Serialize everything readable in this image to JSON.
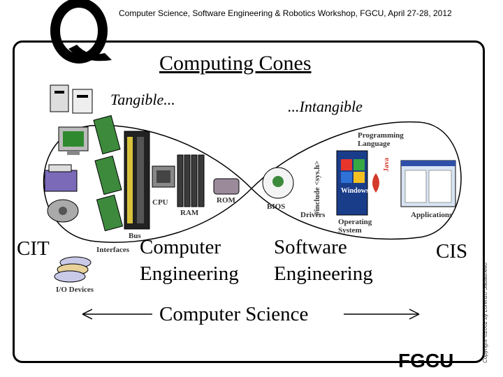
{
  "header": {
    "text": "Computer Science, Software Engineering & Robotics Workshop, FGCU, April 27-28, 2012"
  },
  "title": "Computing Cones",
  "tangible": "Tangible...",
  "intangible": "...Intangible",
  "cit": "CIT",
  "cis": "CIS",
  "computer_engineering": {
    "line1": "Computer",
    "line2": "Engineering"
  },
  "software_engineering": {
    "line1": "Software",
    "line2": "Engineering"
  },
  "computer_science": "Computer Science",
  "labels": {
    "cpu": "CPU",
    "ram": "RAM",
    "rom": "ROM",
    "bios": "BIOS",
    "bus": "Bus",
    "interfaces": "Interfaces",
    "io_devices": "I/O Devices",
    "drivers": "Drivers",
    "include": "#include <sys.h>",
    "programming_language_1": "Programming",
    "programming_language_2": "Language",
    "operating_system_1": "Operating",
    "operating_system_2": "System",
    "applications": "Applications",
    "windows": "Windows",
    "java": "Java"
  },
  "footer_logo": "FGCU",
  "copyright": "Copyright ©2002 by Lorenzo Sabatinello",
  "colors": {
    "frame": "#000000",
    "text": "#000000"
  }
}
